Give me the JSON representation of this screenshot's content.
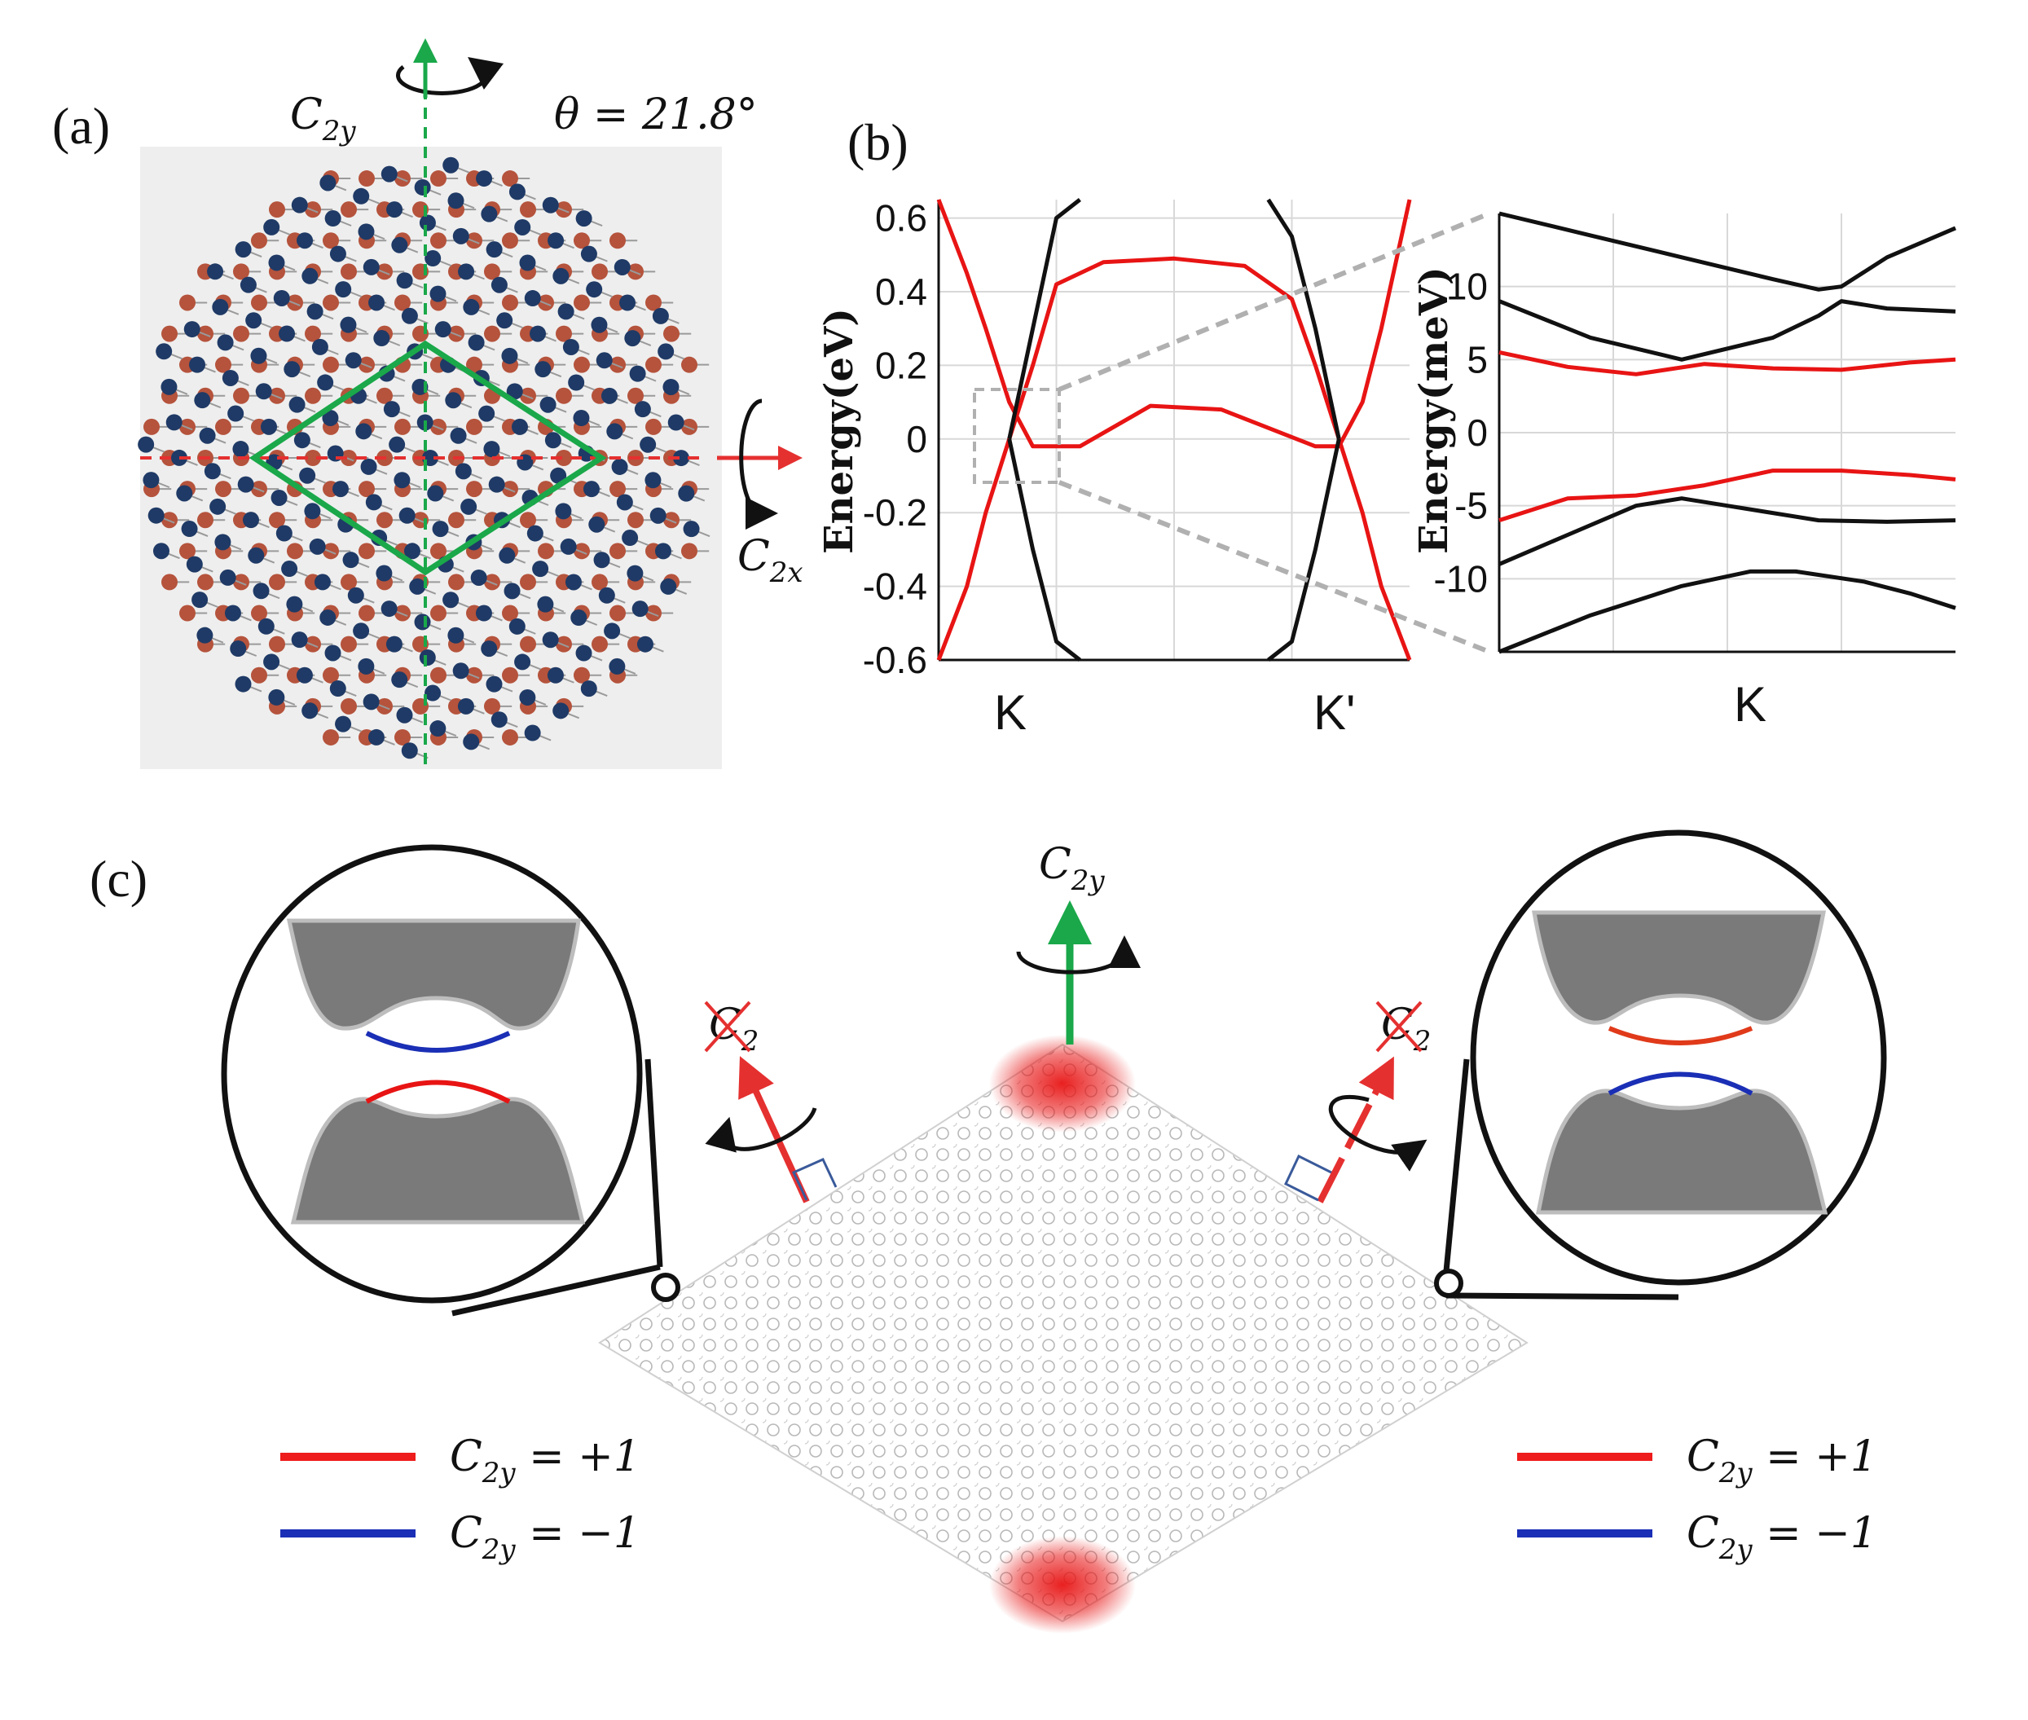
{
  "panel_a": {
    "label": "(a)",
    "rotation_label": "C",
    "rotation_sub": "2y",
    "angle_label": "θ = 21.8°",
    "axis_x_label": "C",
    "axis_x_sub": "2x",
    "colors": {
      "atom_red": "#b5533c",
      "atom_blue": "#1f3a66",
      "cell": "#1aa84a",
      "c2x_axis": "#e53030",
      "c2y_axis": "#1aa84a",
      "background": "#eeeeee"
    }
  },
  "panel_b": {
    "label": "(b)",
    "ylabel_left": "Energy(eV)",
    "ylabel_right": "Energy(meV)",
    "left_k_labels": [
      "K",
      "K'"
    ],
    "right_k_labels": [
      "K"
    ]
  },
  "panel_c": {
    "label": "(c)",
    "top_axis_label": "C",
    "top_axis_sub": "2y",
    "crossed_label_left": "C",
    "crossed_sub_left": "2",
    "crossed_label_right": "C",
    "crossed_sub_right": "2",
    "legend_left": [
      {
        "text": "C",
        "sub": "2y",
        "value": " = +1",
        "color": "#ee1c1c"
      },
      {
        "text": "C",
        "sub": "2y",
        "value": " = −1",
        "color": "#1a2fb5"
      }
    ],
    "legend_right": [
      {
        "text": "C",
        "sub": "2y",
        "value": " = +1",
        "color": "#ee1c1c"
      },
      {
        "text": "C",
        "sub": "2y",
        "value": " = −1",
        "color": "#1a2fb5"
      }
    ]
  },
  "chart_data": [
    {
      "type": "line",
      "title": "",
      "xlabel": "",
      "ylabel": "Energy(eV)",
      "ylim": [
        -0.6,
        0.65
      ],
      "y_ticks": [
        0.6,
        0.4,
        0.2,
        0,
        -0.2,
        -0.4,
        -0.6
      ],
      "y_tick_labels": [
        "0.6",
        "0.4",
        "0.2",
        "0",
        "-0.2",
        "-0.4",
        "-0.6"
      ],
      "x_tick_labels": [
        "K",
        "K'"
      ],
      "grid": true,
      "series": [
        {
          "color": "#e81414",
          "x": [
            0.0,
            0.06,
            0.1,
            0.15,
            0.2,
            0.3,
            0.45,
            0.6,
            0.7,
            0.8,
            0.85,
            0.9,
            0.94,
            1.0
          ],
          "y": [
            0.65,
            0.45,
            0.3,
            0.1,
            -0.02,
            -0.02,
            0.09,
            0.08,
            0.03,
            -0.02,
            -0.02,
            0.1,
            0.3,
            0.65
          ]
        },
        {
          "color": "#e81414",
          "x": [
            0.0,
            0.06,
            0.1,
            0.15,
            0.2,
            0.25,
            0.35,
            0.5,
            0.65,
            0.75,
            0.8,
            0.85,
            0.9,
            0.94,
            1.0
          ],
          "y": [
            -0.6,
            -0.4,
            -0.2,
            0.0,
            0.2,
            0.42,
            0.48,
            0.49,
            0.47,
            0.38,
            0.2,
            0.0,
            -0.2,
            -0.4,
            -0.6
          ]
        },
        {
          "color": "#111111",
          "x": [
            0.15,
            0.2,
            0.25,
            0.3
          ],
          "y": [
            0.0,
            0.3,
            0.6,
            0.65
          ]
        },
        {
          "color": "#111111",
          "x": [
            0.15,
            0.2,
            0.25,
            0.3
          ],
          "y": [
            0.0,
            -0.3,
            -0.55,
            -0.6
          ]
        },
        {
          "color": "#111111",
          "x": [
            0.7,
            0.75,
            0.8,
            0.85
          ],
          "y": [
            0.65,
            0.55,
            0.3,
            0.0
          ]
        },
        {
          "color": "#111111",
          "x": [
            0.7,
            0.75,
            0.8,
            0.85
          ],
          "y": [
            -0.6,
            -0.55,
            -0.3,
            0.0
          ]
        }
      ]
    },
    {
      "type": "line",
      "title": "",
      "xlabel": "",
      "ylabel": "Energy(meV)",
      "ylim": [
        -15,
        15
      ],
      "y_ticks": [
        10,
        5,
        0,
        -5,
        -10
      ],
      "y_tick_labels": [
        "10",
        "5",
        "0",
        "-5",
        "-10"
      ],
      "x_tick_labels": [
        "K"
      ],
      "grid": true,
      "series": [
        {
          "color": "#111111",
          "x": [
            0,
            0.2,
            0.4,
            0.6,
            0.7,
            0.75,
            0.85,
            1.0
          ],
          "y": [
            15,
            13.5,
            12,
            10.5,
            9.8,
            10,
            12,
            14
          ]
        },
        {
          "color": "#111111",
          "x": [
            0,
            0.2,
            0.4,
            0.6,
            0.7,
            0.75,
            0.85,
            1.0
          ],
          "y": [
            9,
            6.5,
            5,
            6.5,
            8,
            9,
            8.5,
            8.3
          ]
        },
        {
          "color": "#e81414",
          "x": [
            0,
            0.15,
            0.3,
            0.45,
            0.6,
            0.75,
            0.9,
            1.0
          ],
          "y": [
            5.5,
            4.5,
            4,
            4.7,
            4.4,
            4.3,
            4.8,
            5
          ]
        },
        {
          "color": "#e81414",
          "x": [
            0,
            0.15,
            0.3,
            0.45,
            0.6,
            0.75,
            0.9,
            1.0
          ],
          "y": [
            -6,
            -4.5,
            -4.3,
            -3.6,
            -2.6,
            -2.6,
            -2.9,
            -3.2
          ]
        },
        {
          "color": "#111111",
          "x": [
            0,
            0.15,
            0.3,
            0.4,
            0.5,
            0.7,
            0.85,
            1.0
          ],
          "y": [
            -9,
            -7,
            -5,
            -4.5,
            -5,
            -6,
            -6.1,
            -6
          ]
        },
        {
          "color": "#111111",
          "x": [
            0,
            0.2,
            0.4,
            0.55,
            0.65,
            0.8,
            0.9,
            1.0
          ],
          "y": [
            -15,
            -12.5,
            -10.5,
            -9.5,
            -9.5,
            -10.2,
            -11,
            -12
          ]
        }
      ]
    }
  ]
}
